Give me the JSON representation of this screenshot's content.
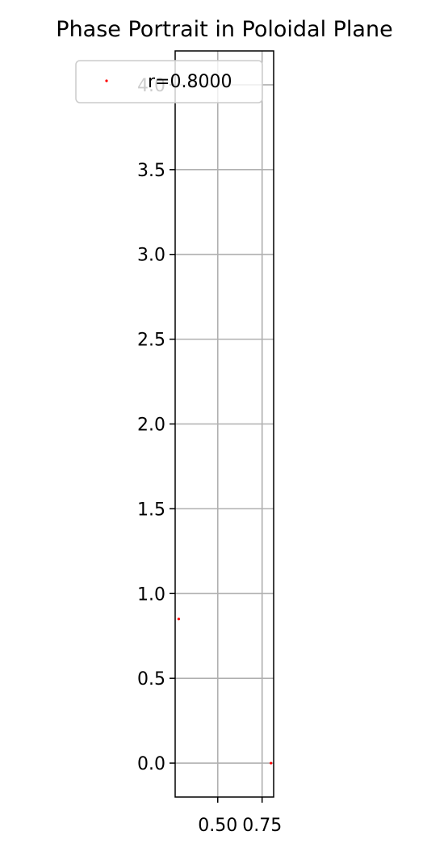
{
  "chart_data": {
    "type": "scatter",
    "title": "Phase Portrait in Poloidal Plane",
    "xlabel": "",
    "ylabel": "",
    "xlim": [
      0.26,
      0.815
    ],
    "ylim": [
      -0.2,
      4.2
    ],
    "x_ticks": [
      0.5,
      0.75
    ],
    "x_tick_labels": [
      "0.50",
      "0.75"
    ],
    "y_ticks": [
      0.0,
      0.5,
      1.0,
      1.5,
      2.0,
      2.5,
      3.0,
      3.5,
      4.0
    ],
    "y_tick_labels": [
      "0.0",
      "0.5",
      "1.0",
      "1.5",
      "2.0",
      "2.5",
      "3.0",
      "3.5",
      "4.0"
    ],
    "grid": true,
    "legend_position": "top",
    "series": [
      {
        "name": "r=0.8000",
        "color": "#ff0000",
        "marker": "point",
        "x": [
          0.8,
          0.28
        ],
        "y": [
          0.0,
          0.85
        ]
      }
    ]
  }
}
